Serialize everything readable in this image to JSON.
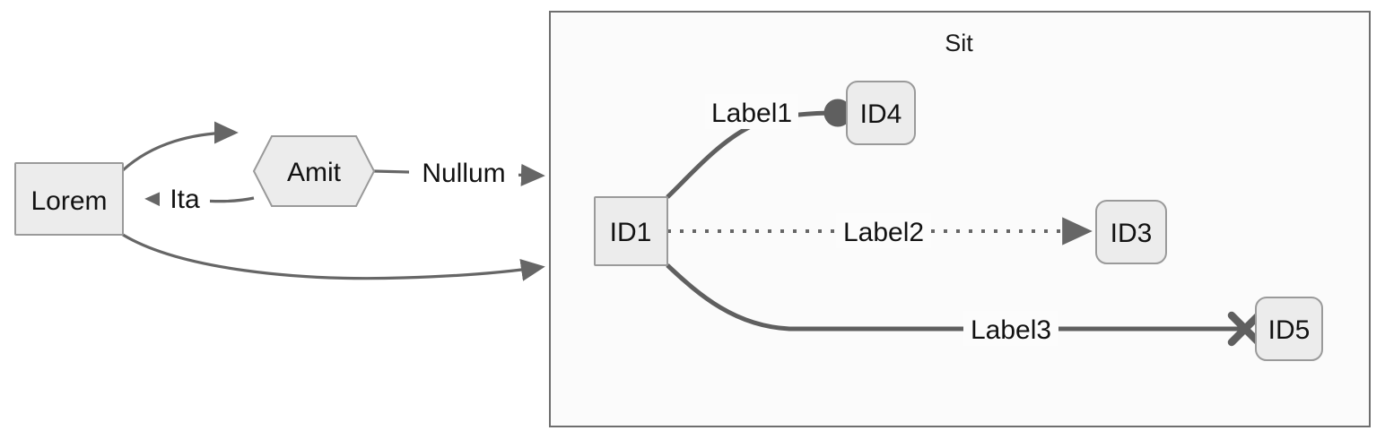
{
  "diagram": {
    "type": "flowchart",
    "background": "#ffffff",
    "colors": {
      "node_fill": "#ececec",
      "node_stroke": "#9a9a9a",
      "edge_stroke": "#666666",
      "thick_edge_stroke": "#5f5f5f",
      "cluster_fill": "#fbfbfb",
      "cluster_stroke": "#6e6e6e",
      "text": "#121212"
    },
    "cluster": {
      "title": "Sit",
      "name": "subgraph-sit"
    },
    "nodes": [
      {
        "id": "lorem",
        "label": "Lorem",
        "shape": "rect"
      },
      {
        "id": "amit",
        "label": "Amit",
        "shape": "hexagon"
      },
      {
        "id": "id1",
        "label": "ID1",
        "shape": "square"
      },
      {
        "id": "id4",
        "label": "ID4",
        "shape": "rounded"
      },
      {
        "id": "id3",
        "label": "ID3",
        "shape": "rounded"
      },
      {
        "id": "id5",
        "label": "ID5",
        "shape": "rounded"
      }
    ],
    "edges": [
      {
        "id": "lorem-amit",
        "label": "",
        "style": "solid",
        "marker": "arrow"
      },
      {
        "id": "amit-lorem",
        "label": "Ita",
        "style": "solid",
        "marker": "arrow"
      },
      {
        "id": "amit-cluster",
        "label": "Nullum",
        "style": "solid",
        "marker": "arrow"
      },
      {
        "id": "lorem-cluster",
        "label": "",
        "style": "solid",
        "marker": "arrow"
      },
      {
        "id": "id1-id4",
        "label": "Label1",
        "style": "thick",
        "marker": "circle"
      },
      {
        "id": "id1-id3",
        "label": "Label2",
        "style": "dotted",
        "marker": "arrow"
      },
      {
        "id": "id1-id5",
        "label": "Label3",
        "style": "thick",
        "marker": "cross"
      }
    ]
  }
}
